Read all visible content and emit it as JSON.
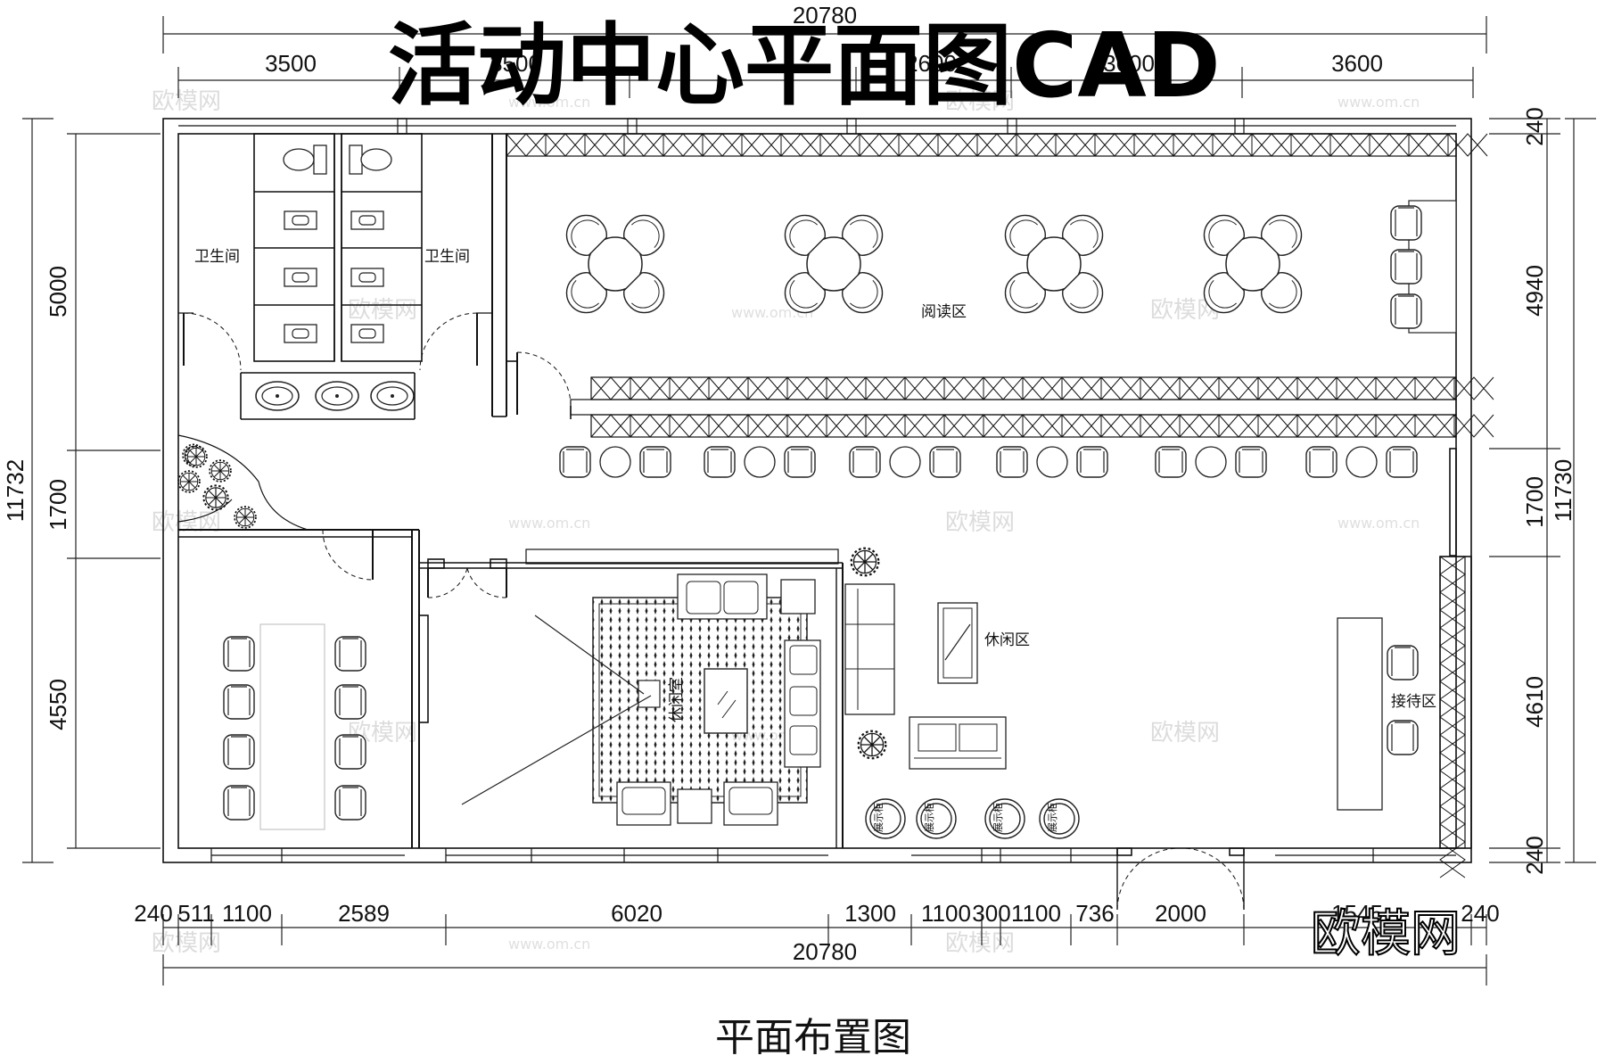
{
  "header": {
    "title": "活动中心平面图CAD"
  },
  "caption": "平面布置图",
  "logo": "欧模网",
  "watermark": {
    "text": "欧模网",
    "url": "www.om.cn"
  },
  "dimensions": {
    "top_total": "20780",
    "top_segments": [
      "3500",
      "3500",
      "2600",
      "3600",
      "3600"
    ],
    "bottom_total": "20780",
    "bottom_segments": [
      "240",
      "511",
      "1100",
      "2589",
      "6020",
      "1300",
      "1100",
      "300",
      "1100",
      "736",
      "2000",
      "1545",
      "240"
    ],
    "left_total": "11732",
    "left_segments": [
      "5000",
      "1700",
      "4550"
    ],
    "right_total": "11730",
    "right_segments": [
      "240",
      "4940",
      "1700",
      "4610",
      "240"
    ]
  },
  "rooms": {
    "toilet_left": "卫生间",
    "toilet_right": "卫生间",
    "reading": "阅读区",
    "leisure": "休闲区",
    "reception": "接待区",
    "lounge_room": "休闲室"
  },
  "display_cabinets": [
    "展示柜",
    "展示柜",
    "展示柜",
    "展示柜"
  ]
}
